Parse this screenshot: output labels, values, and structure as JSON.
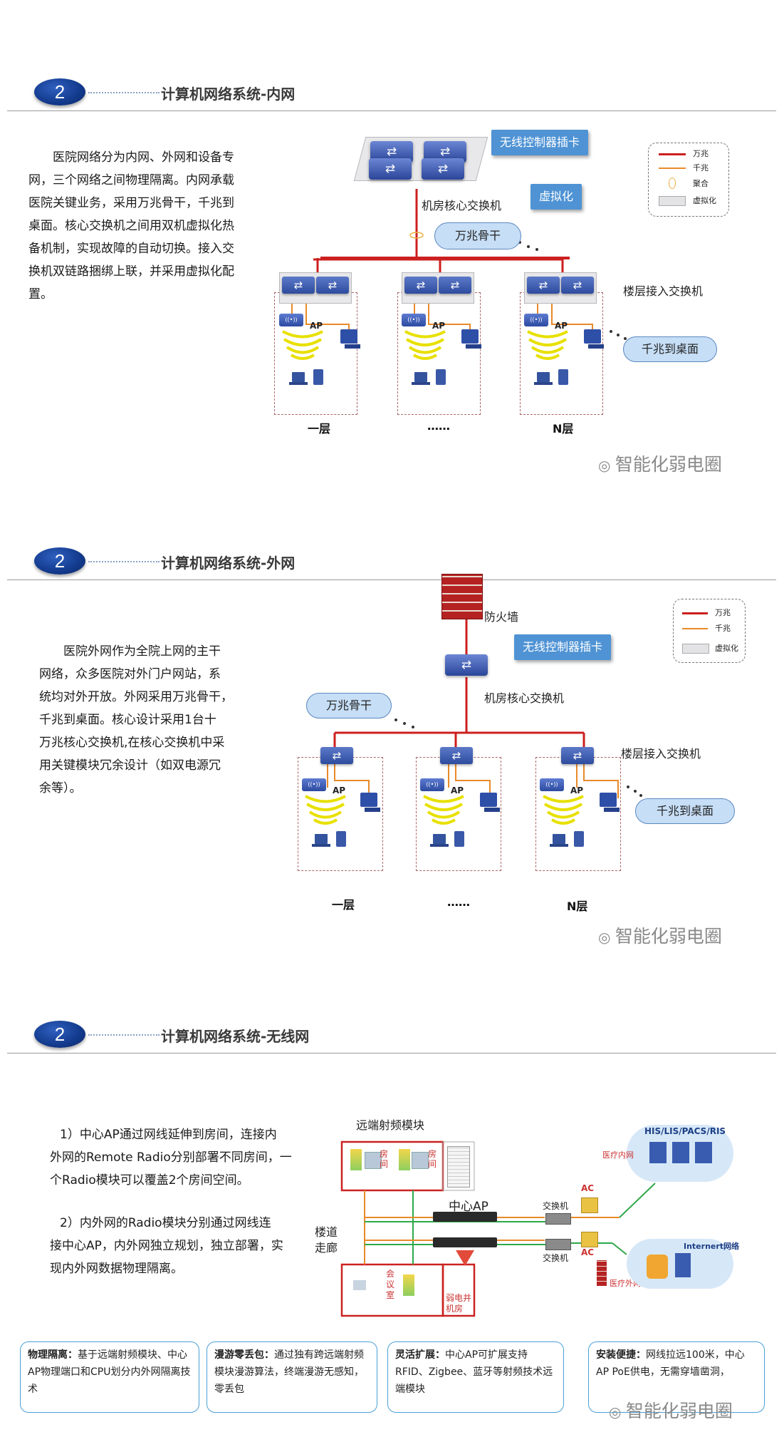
{
  "sections": [
    {
      "number": "2",
      "title": "计算机网络系统-内网",
      "paragraph_lines": [
        "医院网络分为内网、外网和设备专",
        "网，三个网络之间物理隔离。内网承载",
        "医院关键业务，采用万兆骨干，千兆到",
        "桌面。核心交换机之间用双机虚拟化热",
        "备机制，实现故障的自动切换。接入交",
        "换机双链路捆绑上联，并采用虚拟化配",
        "置。"
      ],
      "callout_wireless": "无线控制器插卡",
      "callout_virtual": "虚拟化",
      "core_label": "机房核心交换机",
      "cloud_backbone": "万兆骨干",
      "access_label": "楼层接入交换机",
      "cloud_desktop": "千兆到桌面",
      "ap_label": "AP",
      "floors": [
        "一层",
        "……",
        "N层"
      ],
      "legend": [
        "万兆",
        "千兆",
        "聚合",
        "虚拟化"
      ],
      "watermark": "智能化弱电圈"
    },
    {
      "number": "2",
      "title": "计算机网络系统-外网",
      "paragraph_lines": [
        "医院外网作为全院上网的主干",
        "网络，众多医院对外门户网站，系",
        "统均对外开放。外网采用万兆骨干，",
        "千兆到桌面。核心设计采用1台十",
        "万兆核心交换机,在核心交换机中采",
        "用关键模块冗余设计（如双电源冗",
        "余等）。"
      ],
      "firewall_label": "防火墙",
      "callout_wireless": "无线控制器插卡",
      "core_label": "机房核心交换机",
      "cloud_backbone": "万兆骨干",
      "access_label": "楼层接入交换机",
      "cloud_desktop": "千兆到桌面",
      "ap_label": "AP",
      "floors": [
        "一层",
        "……",
        "N层"
      ],
      "legend": [
        "万兆",
        "千兆",
        "虚拟化"
      ],
      "watermark": "智能化弱电圈"
    },
    {
      "number": "2",
      "title": "计算机网络系统-无线网",
      "para1_lines": [
        "1）中心AP通过网线延伸到房间，连接内",
        "外网的Remote Radio分别部署不同房间，一",
        "个Radio模块可以覆盖2个房间空间。"
      ],
      "para2_lines": [
        "2）内外网的Radio模块分别通过网线连",
        "接中心AP，内外网独立规划，独立部署，实",
        "现内外网数据物理隔离。"
      ],
      "diagram": {
        "remote_module": "远端射频模块",
        "room": "房间",
        "room2": "房间",
        "center_ap": "中心AP",
        "corridor": "楼道走廊",
        "switch1": "交换机",
        "switch2": "交换机",
        "ac1": "AC",
        "ac2": "AC",
        "meeting": "会议室",
        "weak_room": "弱电井机房",
        "his": "HIS/LIS/PACS/RIS",
        "intranet": "医疗内网",
        "internet": "Internert网络",
        "extranet": "医疗外网"
      },
      "features": [
        {
          "title": "物理隔离：",
          "text": "基于远端射频模块、中心AP物理端口和CPU划分内外网隔离技术"
        },
        {
          "title": "漫游零丢包：",
          "text": "通过独有跨远端射频模块漫游算法，终端漫游无感知，零丢包"
        },
        {
          "title": "灵活扩展：",
          "text": "中心AP可扩展支持RFID、Zigbee、蓝牙等射频技术远端模块"
        },
        {
          "title": "安装便捷：",
          "text": "网线拉远100米，中心AP PoE供电，无需穿墙凿洞，"
        }
      ],
      "watermark": "智能化弱电圈"
    }
  ],
  "colors": {
    "backbone": "#cc1f1f",
    "gigabit": "#e88a2a",
    "accent": "#123a8c",
    "callout": "#4f93d4"
  }
}
